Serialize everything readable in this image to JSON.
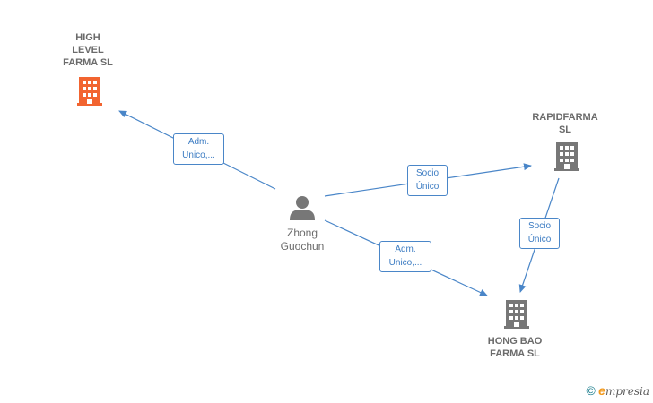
{
  "nodes": {
    "high_level": {
      "label_lines": [
        "HIGH",
        "LEVEL",
        "FARMA  SL"
      ],
      "color": "#f26430"
    },
    "rapidfarma": {
      "label_lines": [
        "RAPIDFARMA",
        "SL"
      ],
      "color": "#777777"
    },
    "hong_bao": {
      "label_lines": [
        "HONG BAO",
        "FARMA  SL"
      ],
      "color": "#777777"
    },
    "person": {
      "label_lines": [
        "Zhong",
        "Guochun"
      ],
      "color": "#777777"
    }
  },
  "edges": {
    "to_high_level": {
      "label_lines": [
        "Adm.",
        "Unico,..."
      ]
    },
    "to_rapidfarma": {
      "label_lines": [
        "Socio",
        "Único"
      ]
    },
    "rapid_to_hong": {
      "label_lines": [
        "Socio",
        "Único"
      ]
    },
    "to_hong_bao": {
      "label_lines": [
        "Adm.",
        "Unico,..."
      ]
    }
  },
  "colors": {
    "edge": "#4a86c8",
    "edge_label_text": "#3b7bc2"
  },
  "footer": {
    "copyright": "©",
    "brand_initial": "e",
    "brand_rest": "mpresia"
  }
}
